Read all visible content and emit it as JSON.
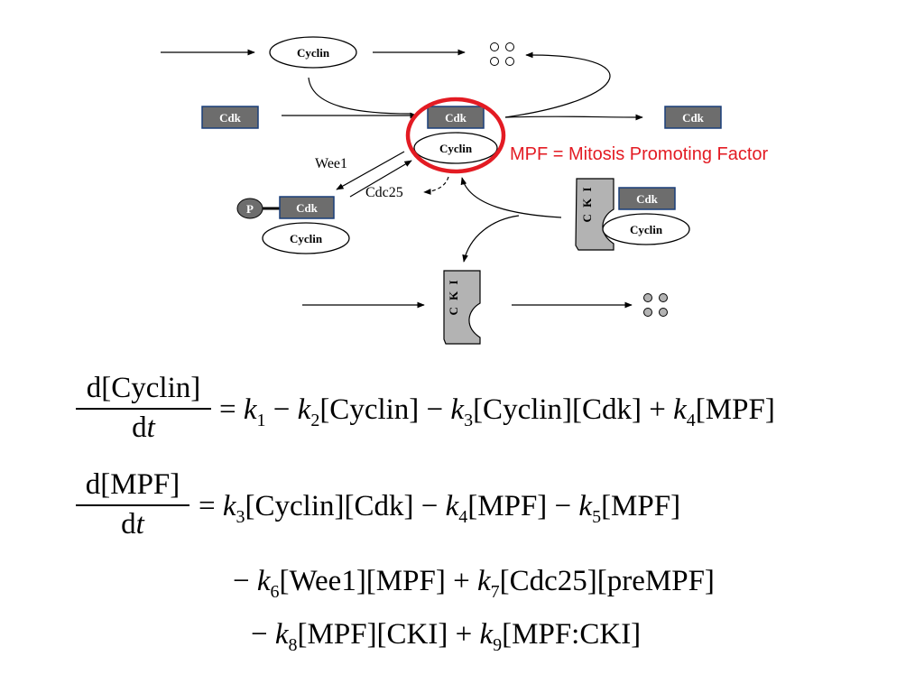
{
  "diagram": {
    "cyclin_top": "Cyclin",
    "cdk_left": "Cdk",
    "cdk_center": "Cdk",
    "cyclin_center": "Cyclin",
    "cdk_right": "Cdk",
    "wee1": "Wee1",
    "cdc25": "Cdc25",
    "phospho": "P",
    "cdk_phospho": "Cdk",
    "cyclin_phospho": "Cyclin",
    "cki_complex": "C K I",
    "cdk_complex": "Cdk",
    "cyclin_complex": "Cyclin",
    "cki_free": "C K I",
    "mpf_note": "MPF = Mitosis Promoting Factor",
    "colors": {
      "highlight": "#e31b23",
      "cdk_box": "#6d6d6d",
      "cki_fill": "#b3b3b3"
    },
    "icons": [
      "degradation-dots-icon",
      "phosphate-icon"
    ]
  },
  "equations": {
    "eq1": {
      "num": "d[Cyclin]",
      "den_d": "d",
      "den_t": "t",
      "rhs": [
        {
          "t": "= "
        },
        {
          "k": "k",
          "s": "1"
        },
        {
          "t": " − "
        },
        {
          "k": "k",
          "s": "2"
        },
        {
          "t": "[Cyclin] − "
        },
        {
          "k": "k",
          "s": "3"
        },
        {
          "t": "[Cyclin][Cdk] + "
        },
        {
          "k": "k",
          "s": "4"
        },
        {
          "t": "[MPF]"
        }
      ]
    },
    "eq2": {
      "num": "d[MPF]",
      "den_d": "d",
      "den_t": "t",
      "rhs": [
        {
          "t": "= "
        },
        {
          "k": "k",
          "s": "3"
        },
        {
          "t": "[Cyclin][Cdk] − "
        },
        {
          "k": "k",
          "s": "4"
        },
        {
          "t": "[MPF] − "
        },
        {
          "k": "k",
          "s": "5"
        },
        {
          "t": "[MPF]"
        }
      ]
    },
    "eq3": {
      "rhs": [
        {
          "t": "− "
        },
        {
          "k": "k",
          "s": "6"
        },
        {
          "t": "[Wee1][MPF] + "
        },
        {
          "k": "k",
          "s": "7"
        },
        {
          "t": "[Cdc25][preMPF]"
        }
      ]
    },
    "eq4": {
      "rhs": [
        {
          "t": "− "
        },
        {
          "k": "k",
          "s": "8"
        },
        {
          "t": "[MPF][CKI] + "
        },
        {
          "k": "k",
          "s": "9"
        },
        {
          "t": "[MPF:CKI]"
        }
      ]
    }
  }
}
